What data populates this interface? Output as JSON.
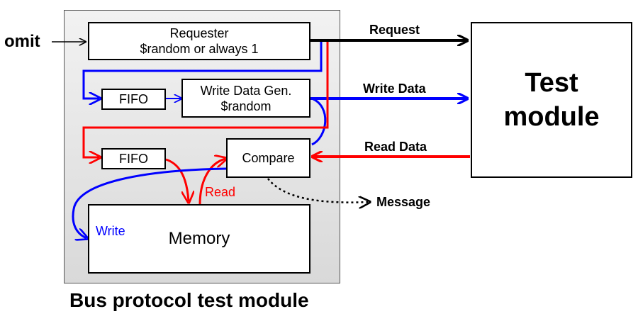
{
  "input_label": "omit",
  "container_caption": "Bus protocol test module",
  "requester": {
    "line1": "Requester",
    "line2": "$random  or always 1"
  },
  "fifo_top": "FIFO",
  "fifo_bottom": "FIFO",
  "write_data_gen": {
    "line1": "Write Data Gen.",
    "line2": "$random"
  },
  "compare": "Compare",
  "memory": "Memory",
  "memory_write_label": "Write",
  "memory_read_label": "Read",
  "test_module": {
    "line1": "Test",
    "line2": "module"
  },
  "signals": {
    "request": "Request",
    "write_data": "Write Data",
    "read_data": "Read Data",
    "message": "Message"
  },
  "colors": {
    "write": "#0000ff",
    "read": "#ff0000",
    "control": "#000000"
  }
}
